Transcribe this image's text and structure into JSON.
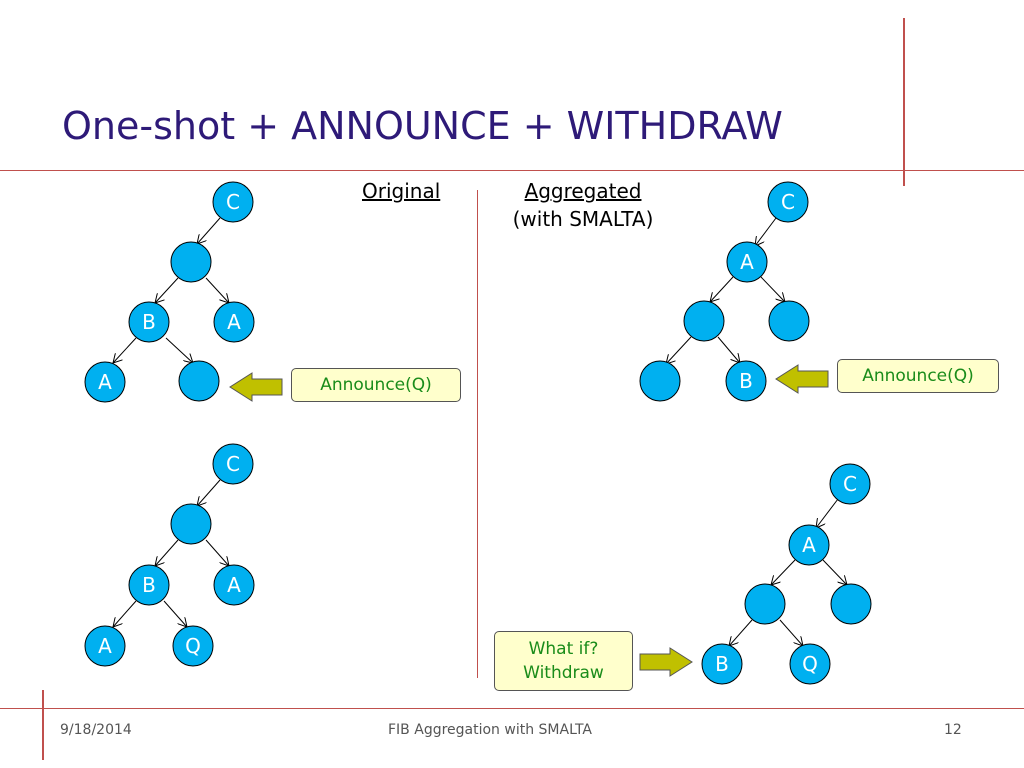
{
  "slide": {
    "title": "One-shot + ANNOUNCE + WITHDRAW",
    "col_original": "Original",
    "col_aggregated": "Aggregated",
    "col_aggregated_sub": "(with SMALTA)"
  },
  "callouts": {
    "announce_original": "Announce(Q)",
    "announce_aggregated": "Announce(Q)",
    "whatif_line1": "What if?",
    "whatif_line2": "Withdraw"
  },
  "trees": {
    "orig_top": {
      "root": "C",
      "left_child": "B",
      "right_child": "A",
      "left_leaf": "A",
      "right_leaf": ""
    },
    "orig_bottom": {
      "root": "C",
      "left_child": "B",
      "right_child": "A",
      "left_leaf": "A",
      "right_leaf": "Q"
    },
    "agg_top": {
      "root": "C",
      "mid": "A",
      "left_leaf": "",
      "right_leaf": "B"
    },
    "agg_bottom": {
      "root": "C",
      "mid": "A",
      "left_leaf": "B",
      "right_leaf": "Q"
    }
  },
  "footer": {
    "date": "9/18/2014",
    "center": "FIB Aggregation with SMALTA",
    "page": "12"
  },
  "colors": {
    "node_fill": "#00b0f0",
    "node_stroke": "#000000",
    "title": "#2e1a78",
    "arrow_fill": "#c0c000",
    "callout_text": "#1a8c1a",
    "rule": "#c0504d"
  }
}
